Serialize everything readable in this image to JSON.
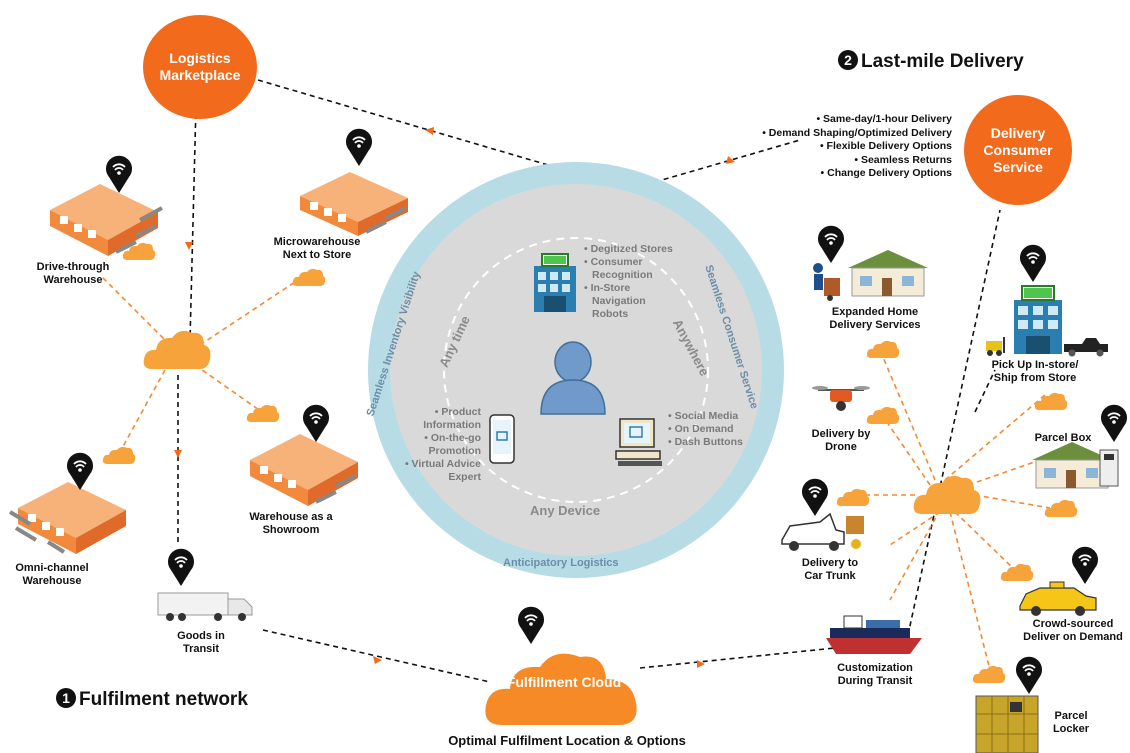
{
  "sections": {
    "fulfilment_num": "1",
    "fulfilment_title": "Fulfilment network",
    "lastmile_num": "2",
    "lastmile_title": "Last-mile Delivery",
    "bottom_caption": "Optimal Fulfilment Location & Options"
  },
  "hubs": {
    "logistics_marketplace": "Logistics Marketplace",
    "delivery_consumer_service": "Delivery Consumer Service",
    "fulfillment_cloud": "Fulfillment Cloud"
  },
  "fulfilment_nodes": {
    "drive_through": "Drive-through Warehouse",
    "microwarehouse": "Microwarehouse Next to Store",
    "omni_channel": "Omni-channel Warehouse",
    "showroom": "Warehouse as a Showroom",
    "goods_in_transit": "Goods in Transit"
  },
  "lastmile_nodes": {
    "home_delivery": "Expanded Home Delivery Services",
    "pickup_instore": "Pick Up In-store/ Ship from Store",
    "drone": "Delivery by Drone",
    "parcel_box": "Parcel Box",
    "car_trunk": "Delivery to Car Trunk",
    "crowd_sourced": "Crowd-sourced Deliver on Demand",
    "customization_transit": "Customization During Transit",
    "parcel_locker": "Parcel Locker"
  },
  "delivery_options": [
    "• Same-day/1-hour Delivery",
    "• Demand Shaping/Optimized Delivery",
    "• Flexible Delivery Options",
    "• Seamless Returns",
    "• Change Delivery Options"
  ],
  "center": {
    "outer_ring_left": "Seamless Inventory Visibility",
    "outer_ring_right": "Seamless Consumer Service",
    "outer_ring_bottom": "Anticipatory Logistics",
    "any_time": "Any time",
    "anywhere": "Anywhere",
    "any_device": "Any Device",
    "store_features": [
      "• Degitized Stores",
      "• Consumer",
      "  Recognition",
      "• In-Store",
      "  Navigation",
      "  Robots"
    ],
    "phone_features": [
      "• Product",
      "Information",
      "• On-the-go",
      "Promotion",
      "• Virtual Advice",
      "Expert"
    ],
    "pc_features": [
      "• Social Media",
      "• On Demand",
      "• Dash Buttons"
    ]
  },
  "colors": {
    "orange": "#f26b1d",
    "cloud": "#f7a33c",
    "outer_ring": "#b7dce6",
    "inner_disk": "#d7d7d7",
    "person": "#6f9ac9"
  },
  "icons": [
    "wifi-pin-icon",
    "warehouse-icon",
    "cloud-icon",
    "truck-icon",
    "store-icon",
    "house-icon",
    "drone-icon",
    "car-icon",
    "taxi-icon",
    "ship-icon",
    "locker-icon",
    "person-icon",
    "phone-icon",
    "computer-icon"
  ]
}
